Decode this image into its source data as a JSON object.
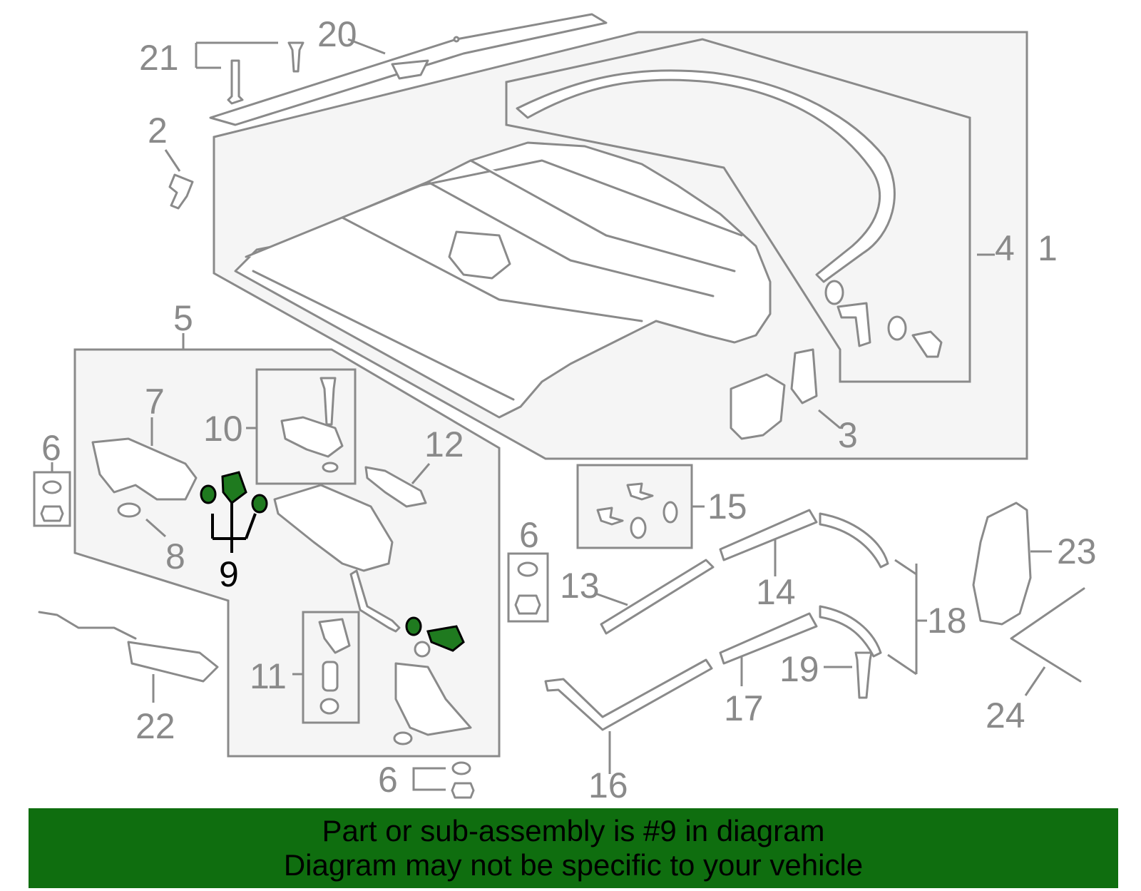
{
  "diagram": {
    "callouts": {
      "c1": "1",
      "c2": "2",
      "c3": "3",
      "c4": "4",
      "c5": "5",
      "c6": "6",
      "c7": "7",
      "c8": "8",
      "c9": "9",
      "c10": "10",
      "c11": "11",
      "c12": "12",
      "c13": "13",
      "c14": "14",
      "c15": "15",
      "c16": "16",
      "c17": "17",
      "c18": "18",
      "c19": "19",
      "c20": "20",
      "c21": "21",
      "c22": "22",
      "c23": "23",
      "c24": "24"
    },
    "highlight_part": "9",
    "colors": {
      "line": "#8a8a8a",
      "highlight": "#1f7a1f",
      "banner": "#0f6e0f"
    }
  },
  "banner": {
    "line1": "Part or sub-assembly is #9 in diagram",
    "line2": "Diagram may not be specific to your vehicle"
  }
}
